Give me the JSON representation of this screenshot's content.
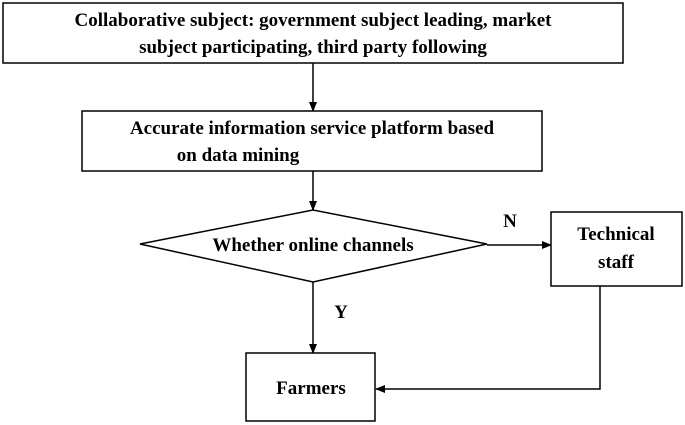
{
  "nodes": {
    "collaborative_subject": {
      "lines": [
        "Collaborative subject: government subject leading, market",
        "subject participating, third party following"
      ]
    },
    "platform": {
      "lines": [
        "Accurate information service platform based",
        "on data mining"
      ]
    },
    "decision": {
      "label": "Whether online channels"
    },
    "technical_staff": {
      "lines": [
        "Technical",
        "staff"
      ]
    },
    "farmers": {
      "label": "Farmers"
    }
  },
  "edges": {
    "no_label": "N",
    "yes_label": "Y"
  }
}
